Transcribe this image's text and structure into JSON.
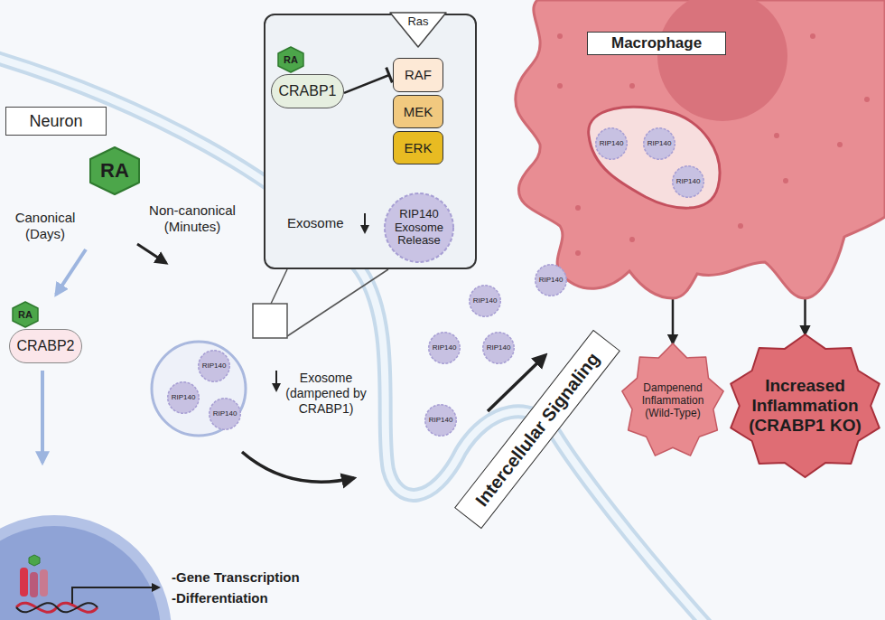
{
  "diagram": {
    "nodes": [
      {
        "text": [
          "Neuron"
        ]
      },
      {
        "text": [
          "RA"
        ]
      },
      {
        "text": [
          "Exosome"
        ]
      },
      {
        "text": [
          "RA"
        ],
        "in": 2
      },
      {
        "text": [
          "CRABP1"
        ],
        "in": 2
      },
      {
        "text": [
          "Ras"
        ],
        "in": 2
      },
      {
        "text": [
          "RAF"
        ],
        "in": 2
      },
      {
        "text": [
          "MEK"
        ],
        "in": 2
      },
      {
        "text": [
          "ERK"
        ],
        "in": 2
      },
      {
        "text": [
          "RIP140 Exosome Release"
        ],
        "in": 2
      },
      {
        "text": [
          "Macrophage"
        ]
      },
      {
        "text": [
          "RIP140"
        ],
        "in": 10
      },
      {
        "text": [
          "RIP140"
        ],
        "in": 10
      },
      {
        "text": [
          "RIP140"
        ],
        "in": 10
      },
      {
        "text": [
          "RA"
        ]
      },
      {
        "text": [
          "CRABP2"
        ]
      },
      {
        "text": [
          "RIP140"
        ]
      },
      {
        "text": [
          "RIP140"
        ]
      },
      {
        "text": [
          "RIP140"
        ]
      },
      {
        "text": [
          "RIP140"
        ]
      },
      {
        "text": [
          "RIP140"
        ]
      },
      {
        "text": [
          "RIP140"
        ]
      },
      {
        "text": [
          "RIP140"
        ]
      },
      {
        "text": [
          "RIP140"
        ]
      },
      {
        "text": [
          "Intercellular Signaling"
        ]
      },
      {
        "text": [
          "Dampenend Inflammation (Wild-Type)"
        ]
      },
      {
        "text": [
          "Increased Inflammation (CRABP1 KO)"
        ]
      }
    ],
    "edges": [
      {
        "from": 4,
        "to": 6,
        "arrow": "to"
      },
      {
        "from": 10,
        "to": 25,
        "arrow": "to"
      },
      {
        "from": 10,
        "to": 26,
        "arrow": "to"
      }
    ],
    "labels": [
      "Canonical (Days)",
      "Non-canonical (Minutes)",
      "Exosome (dampened by CRABP1)",
      "-Gene Transcription",
      "-Differentiation"
    ]
  }
}
